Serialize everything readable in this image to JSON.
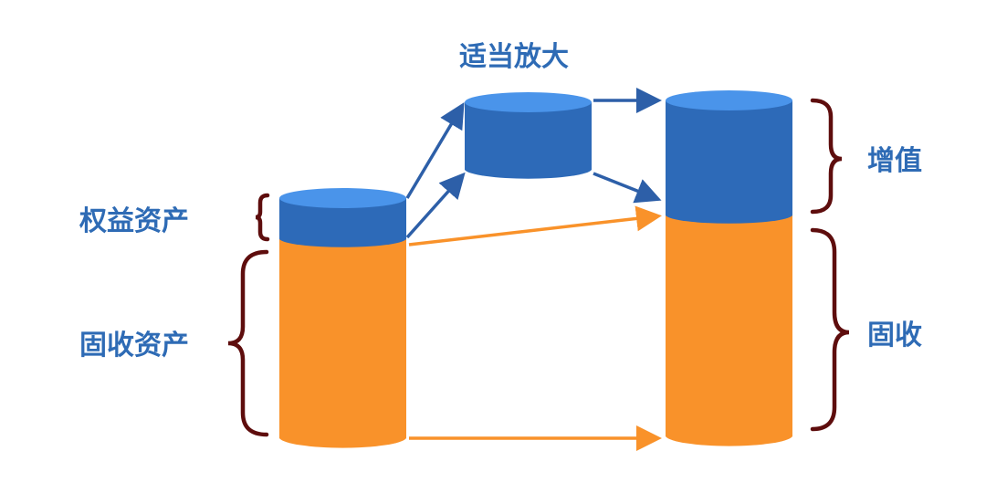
{
  "labels": {
    "equity_assets": "权益资产",
    "fixed_income_assets": "固收资产",
    "amplify": "适当放大",
    "appreciation": "增值",
    "fixed_income": "固收"
  },
  "colors": {
    "blue_top": "#4a94ea",
    "blue_body": "#2d6ab8",
    "orange": "#f9922a",
    "bracket": "#5e0d0d",
    "text": "#2e6bb5"
  }
}
